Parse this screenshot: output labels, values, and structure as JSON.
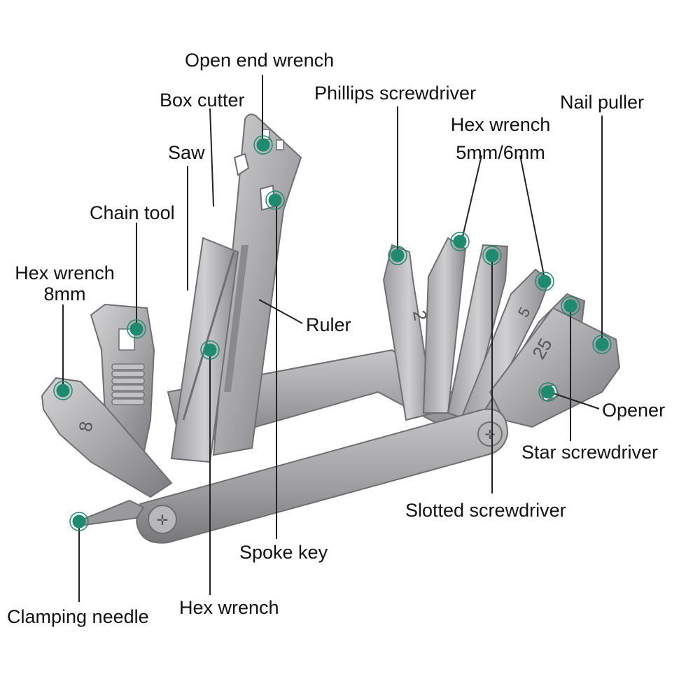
{
  "labels": {
    "open_end_wrench": "Open end wrench",
    "box_cutter": "Box cutter",
    "saw": "Saw",
    "chain_tool": "Chain tool",
    "hex_wrench_8mm_line1": "Hex wrench",
    "hex_wrench_8mm_line2": "8mm",
    "phillips_screwdriver": "Phillips screwdriver",
    "hex_wrench_5_6_line1": "Hex wrench",
    "hex_wrench_5_6_line2": "5mm/6mm",
    "nail_puller": "Nail puller",
    "ruler": "Ruler",
    "opener": "Opener",
    "star_screwdriver": "Star screwdriver",
    "slotted_screwdriver": "Slotted screwdriver",
    "spoke_key": "Spoke key",
    "hex_wrench": "Hex wrench",
    "clamping_needle": "Clamping needle"
  },
  "tool_markings": {
    "bit_2": "2",
    "bit_25": "25",
    "size_8": "8",
    "size_5": "5"
  },
  "colors": {
    "marker": "#1f8a70",
    "steel_light": "#b4b4b6",
    "steel_dark": "#6f6f72",
    "leader": "#222222"
  }
}
